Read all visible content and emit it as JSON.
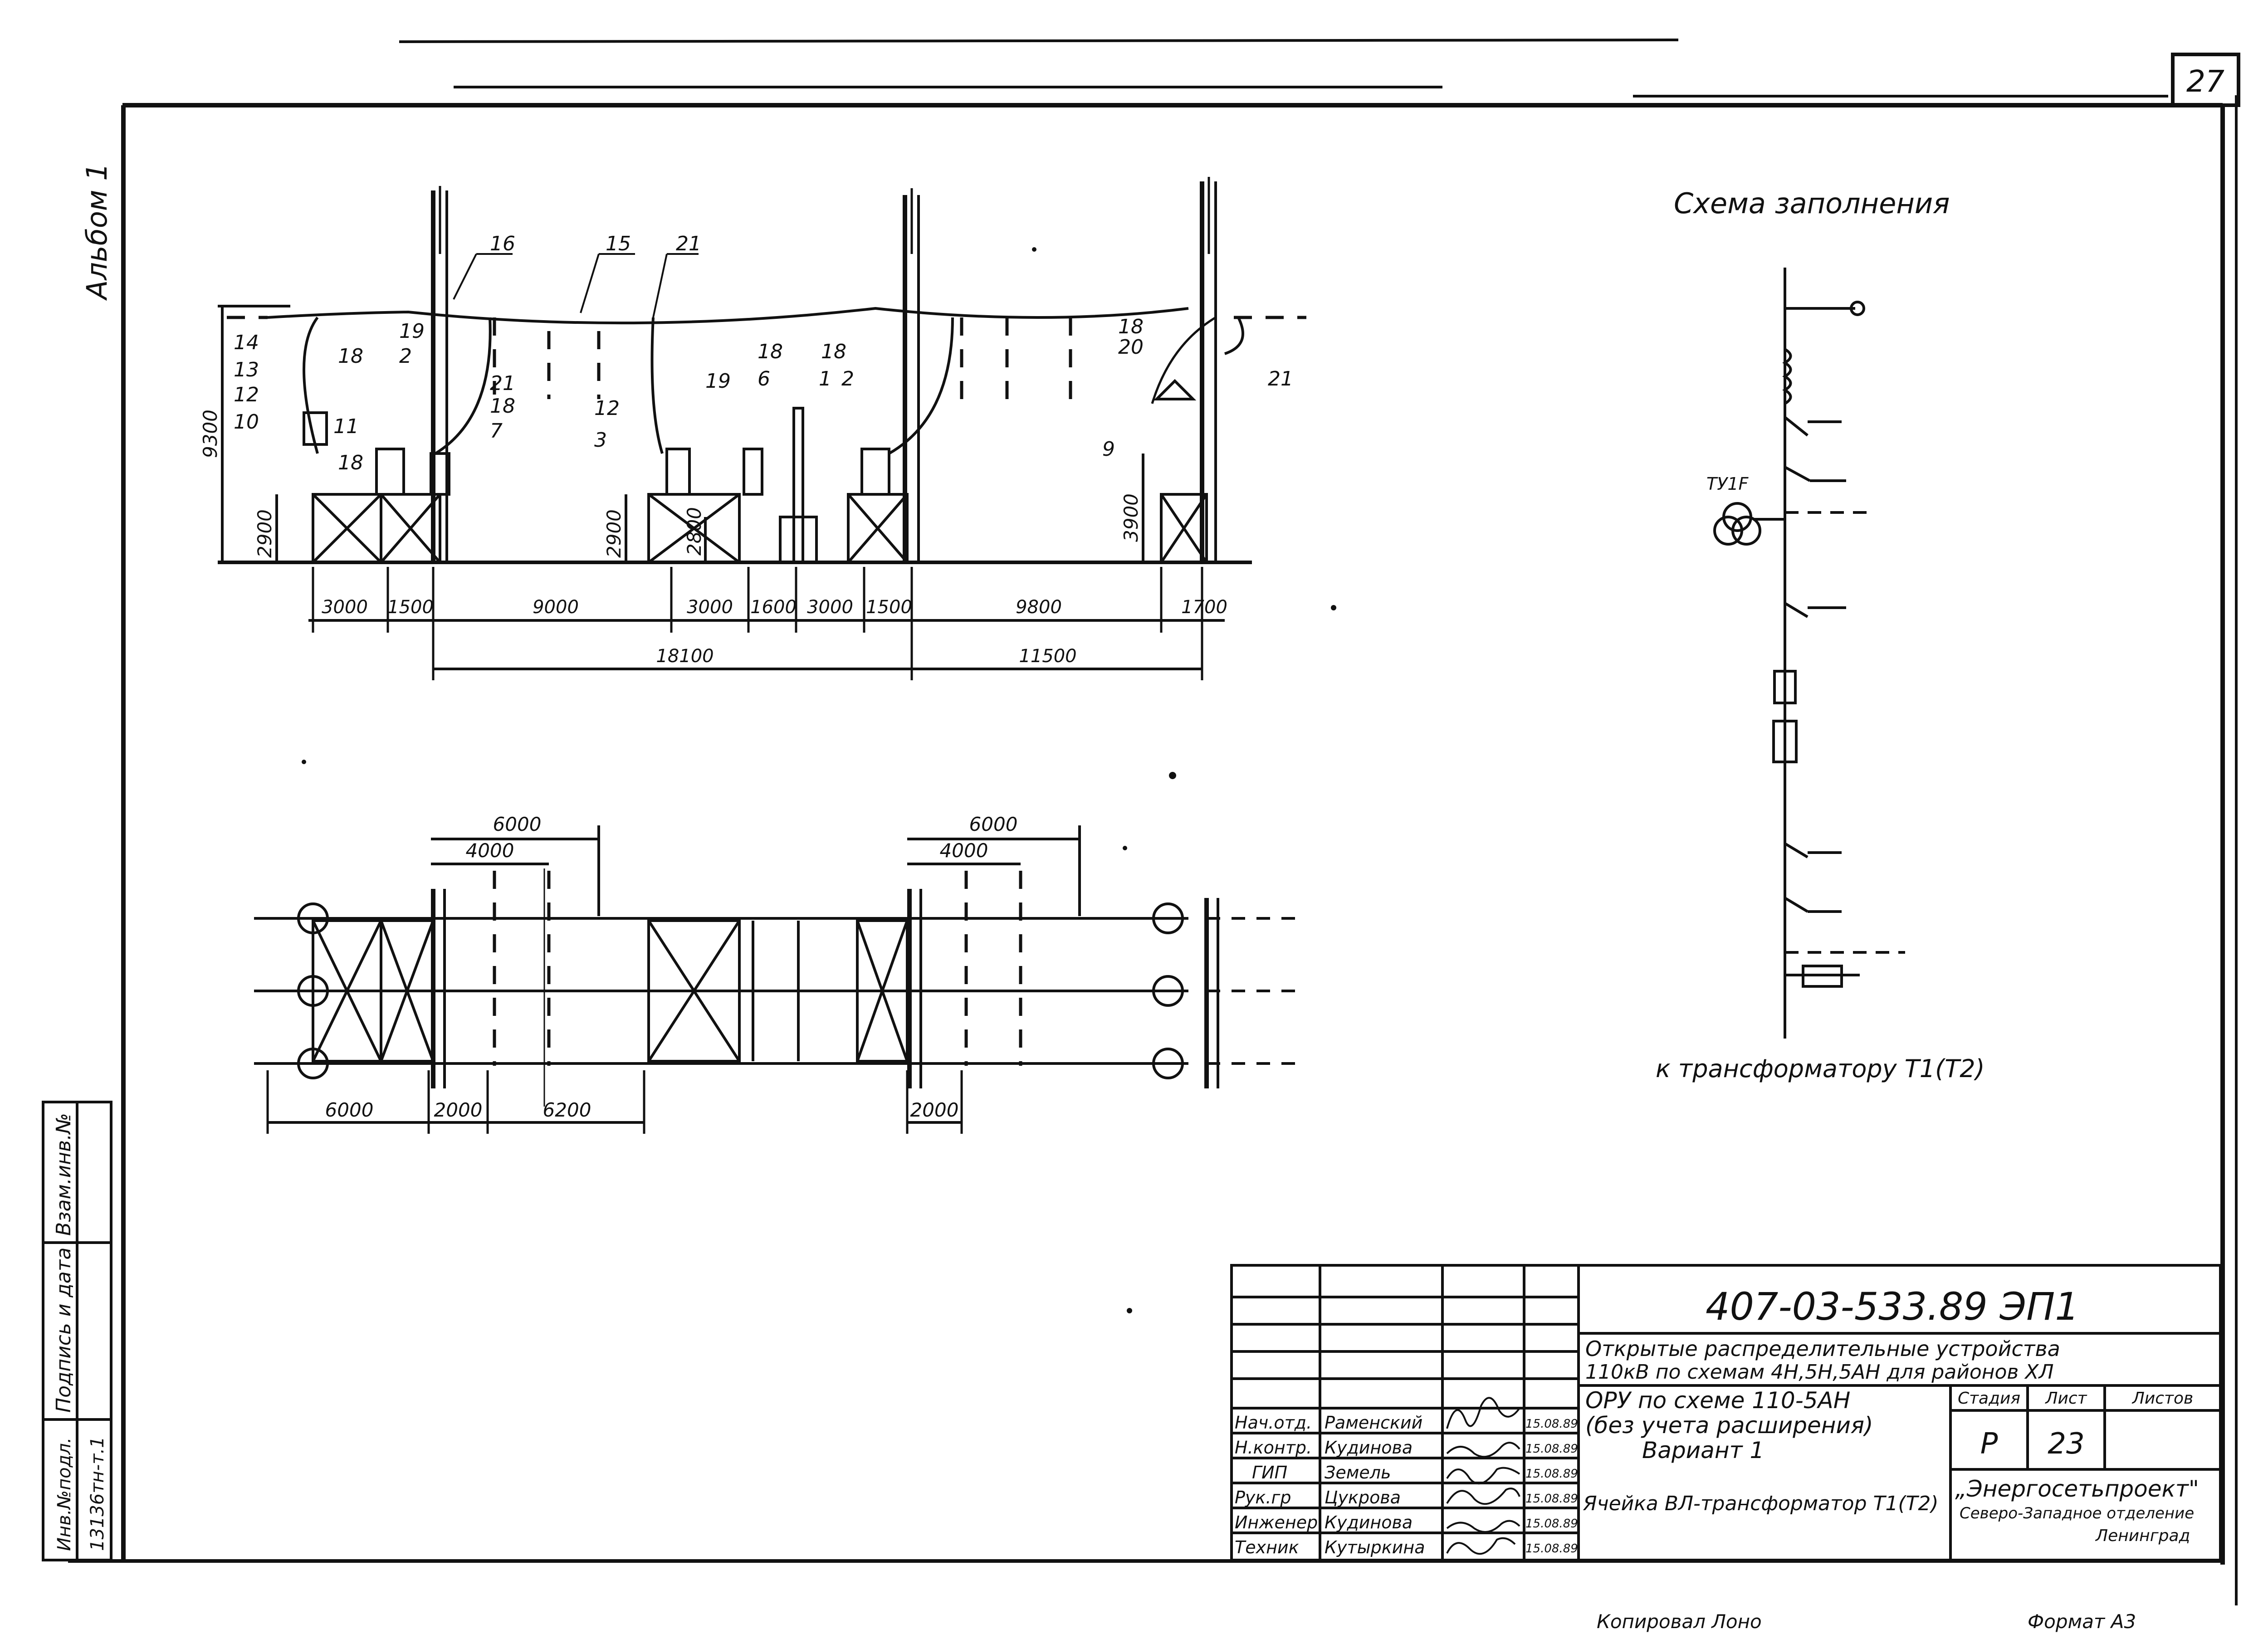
{
  "sheet_number": "27",
  "album_label": "Альбом 1",
  "scheme": {
    "title": "Схема заполнения",
    "transformer_label": "ТУ1F",
    "footer": "к трансформатору Т1(Т2)"
  },
  "elevation": {
    "callouts": [
      "16",
      "15",
      "21",
      "19",
      "2",
      "18",
      "21",
      "18",
      "7",
      "14",
      "13",
      "12",
      "10",
      "11",
      "18",
      "18",
      "6",
      "18",
      "1",
      "2",
      "12",
      "19",
      "3",
      "18",
      "20",
      "21",
      "9"
    ],
    "heights": [
      "9300",
      "2900",
      "2900",
      "2800",
      "3900"
    ],
    "spacings_row1": [
      "3000",
      "1500",
      "9000",
      "3000",
      "1600",
      "3000",
      "1500",
      "9800",
      "1700"
    ],
    "spacings_row2": [
      "18100",
      "11500"
    ]
  },
  "plan": {
    "top_dims": [
      "6000",
      "4000",
      "6000",
      "4000"
    ],
    "bottom_dims": [
      "6000",
      "2000",
      "6200",
      "2000"
    ]
  },
  "side_stamp": {
    "inv_podl": "Инв.№подл.",
    "podpis_data": "Подпись и дата",
    "vzam_inv": "Взам.инв.№",
    "inv_number": "13136тн-т.1"
  },
  "title_block": {
    "doc_code": "407-03-533.89 ЭП1",
    "project_line1": "Открытые распределительные устройства",
    "project_line2": "110кВ по схемам 4Н,5Н,5АН для районов ХЛ",
    "sheet_line1": "ОРУ по схеме 110-5АН",
    "sheet_line2": "(без учета расширения)",
    "sheet_line3": "Вариант 1",
    "cell_name": "Ячейка ВЛ-трансформатор Т1(Т2)",
    "col_stage": "Стадия",
    "col_sheet": "Лист",
    "col_sheets": "Листов",
    "stage": "Р",
    "sheet": "23",
    "org_line1": "„Энергосетьпроект\"",
    "org_line2": "Северо-Западное отделение",
    "org_line3": "Ленинград",
    "signatures": [
      {
        "role": "Нач.отд.",
        "name": "Раменский",
        "date": "15.08.89"
      },
      {
        "role": "Н.контр.",
        "name": "Кудинова",
        "date": "15.08.89"
      },
      {
        "role": "ГИП",
        "name": "Земель",
        "date": "15.08.89"
      },
      {
        "role": "Рук.гр",
        "name": "Цукрова",
        "date": "15.08.89"
      },
      {
        "role": "Инженер",
        "name": "Кудинова",
        "date": "15.08.89"
      },
      {
        "role": "Техник",
        "name": "Кутыркина",
        "date": "15.08.89"
      }
    ]
  },
  "bottom_fragments": [
    "Копировал Лоно",
    "Формат А3"
  ]
}
